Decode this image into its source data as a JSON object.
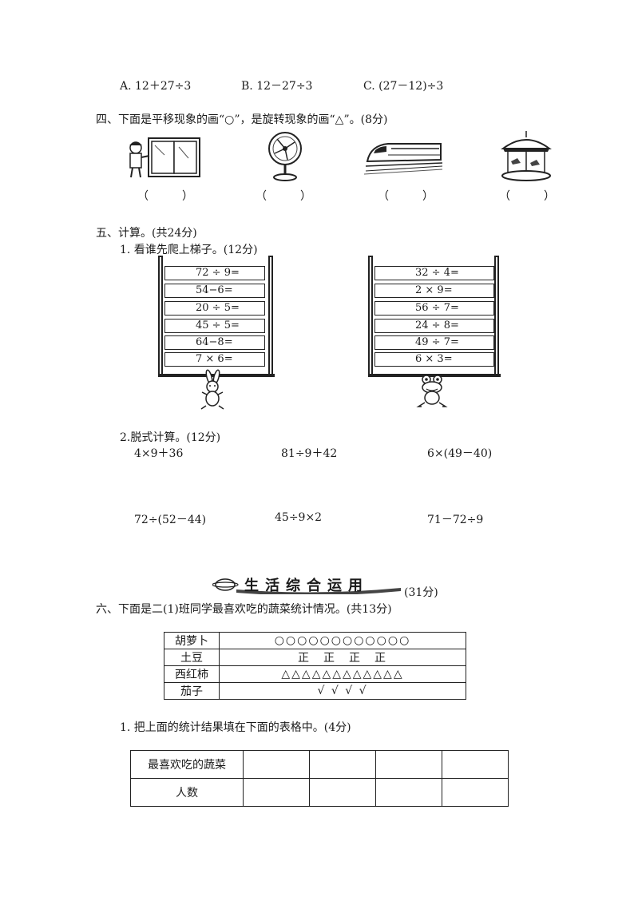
{
  "options": {
    "a": "A. 12＋27÷3",
    "b": "B. 12－27÷3",
    "c": "C. (27－12)÷3"
  },
  "section4": {
    "title": "四、下面是平移现象的画“○”，是旋转现象的画“△”。(8分)",
    "blanks": [
      "（　　　）",
      "（　　　）",
      "（　　　）",
      "（　　　）"
    ]
  },
  "section5": {
    "title": "五、计算。(共24分)",
    "sub1": "1. 看谁先爬上梯子。(12分)",
    "ladder_left": [
      "72 ÷ 9=",
      "54−6=",
      "20 ÷ 5=",
      "45 ÷ 5=",
      "64−8=",
      "7 × 6="
    ],
    "ladder_right": [
      "32 ÷ 4=",
      "2 × 9=",
      "56 ÷ 7=",
      "24 ÷ 8=",
      "49 ÷ 7=",
      "6 × 3="
    ],
    "sub2": "2.脱式计算。(12分)",
    "exprs": [
      "4×9＋36",
      "81÷9＋42",
      "6×(49－40)",
      "72÷(52－44)",
      "45÷9×2",
      "71－72÷9"
    ]
  },
  "banner": {
    "title": "生活综合运用",
    "score": "(31分)"
  },
  "section6": {
    "title": "六、下面是二(1)班同学最喜欢吃的蔬菜统计情况。(共13分)",
    "tally": [
      {
        "label": "胡萝卜",
        "value": "○○○○○○○○○○○○"
      },
      {
        "label": "土豆",
        "value": "正　正　正　正"
      },
      {
        "label": "西红柿",
        "value": "△△△△△△△△△△△△"
      },
      {
        "label": "茄子",
        "value": "√ √ √ √"
      }
    ],
    "sub1": "1. 把上面的统计结果填在下面的表格中。(4分)",
    "fill_row1": "最喜欢吃的蔬菜",
    "fill_row2": "人数"
  }
}
